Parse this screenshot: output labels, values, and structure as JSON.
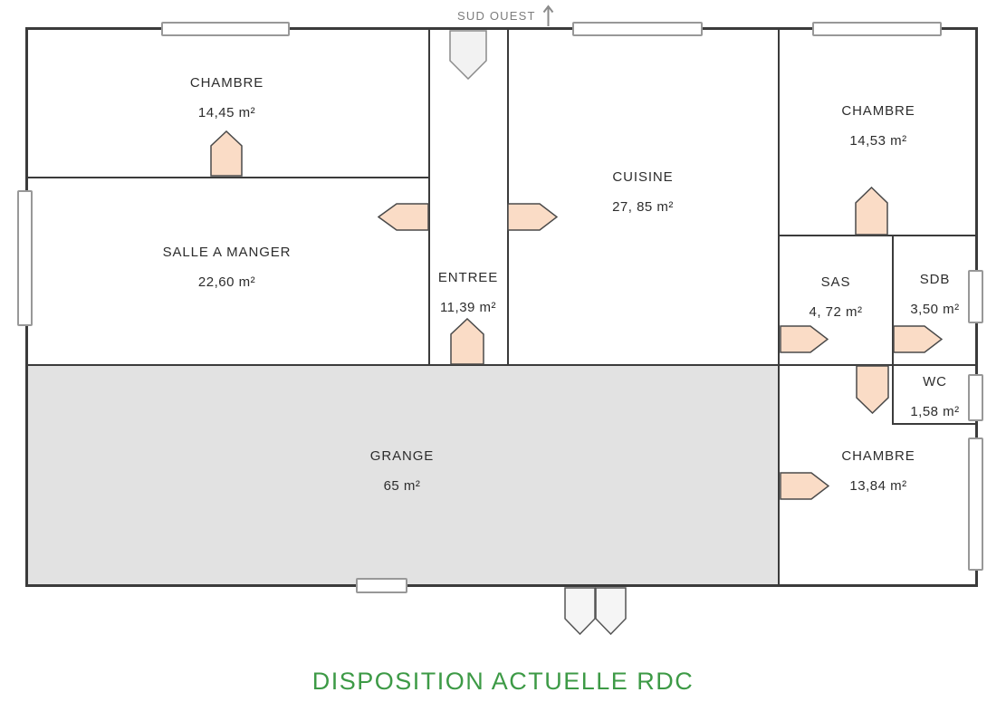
{
  "compass": {
    "label": "SUD OUEST"
  },
  "title": "DISPOSITION ACTUELLE RDC",
  "colors": {
    "title_green": "#3d9a46",
    "door_fill": "#fadcc6",
    "wall": "#3b3b3b",
    "grange_fill": "#e2e2e2"
  },
  "rooms": [
    {
      "id": "chambre-top-left",
      "name": "CHAMBRE",
      "area": "14,45 m²"
    },
    {
      "id": "salle-a-manger",
      "name": "SALLE A MANGER",
      "area": "22,60 m²"
    },
    {
      "id": "entree",
      "name": "ENTREE",
      "area": "11,39 m²"
    },
    {
      "id": "cuisine",
      "name": "CUISINE",
      "area": "27, 85 m²"
    },
    {
      "id": "chambre-top-right",
      "name": "CHAMBRE",
      "area": "14,53 m²"
    },
    {
      "id": "sas",
      "name": "SAS",
      "area": "4, 72 m²"
    },
    {
      "id": "sdb",
      "name": "SDB",
      "area": "3,50 m²"
    },
    {
      "id": "wc",
      "name": "WC",
      "area": "1,58 m²"
    },
    {
      "id": "chambre-bottom-right",
      "name": "CHAMBRE",
      "area": "13,84 m²"
    },
    {
      "id": "grange",
      "name": "GRANGE",
      "area": "65 m²"
    }
  ]
}
